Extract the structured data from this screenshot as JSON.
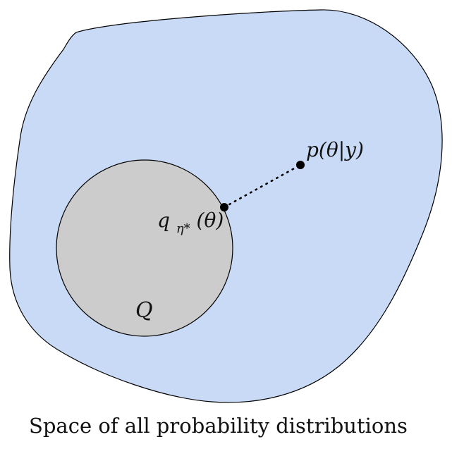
{
  "diagram": {
    "caption": "Space of all probability distributions",
    "posterior_label": "p(θ|y)",
    "approx_label_main": "q",
    "approx_label_sub": "η*",
    "approx_label_arg": "(θ)",
    "family_label": "Q"
  },
  "colors": {
    "space_fill": "#c9daf6",
    "family_fill": "#cccccc",
    "stroke": "#000000"
  }
}
